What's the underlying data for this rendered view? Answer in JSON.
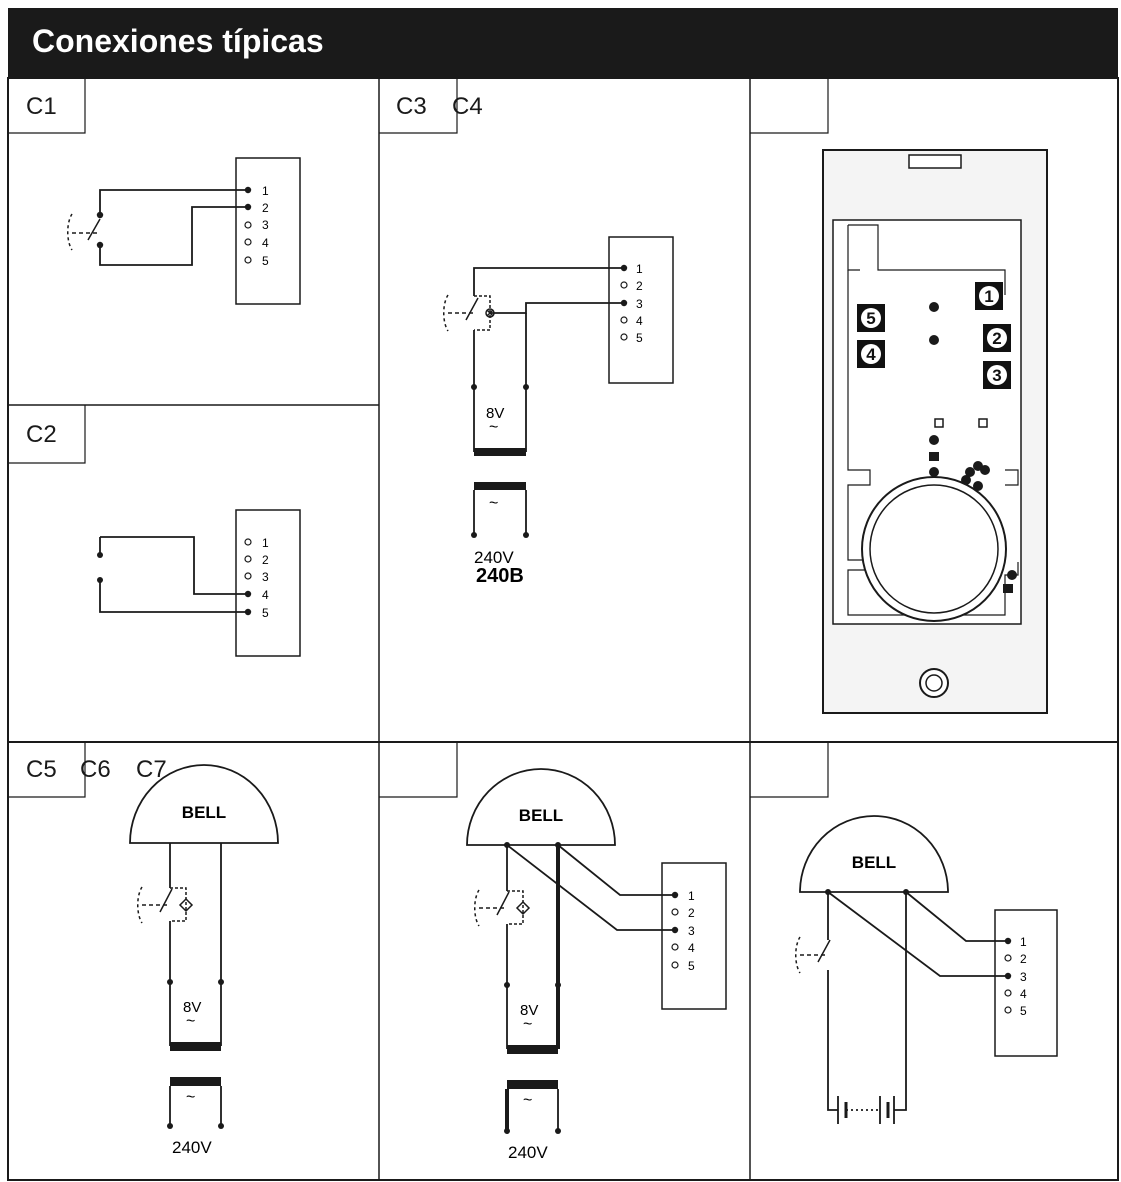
{
  "header": {
    "title": "Conexiones  típicas",
    "background": "#1a1a1a",
    "text_color": "#ffffff"
  },
  "panels": {
    "c1": {
      "label": "C1"
    },
    "c2": {
      "label": "C2"
    },
    "c34": {
      "label_a": "C3",
      "label_b": "C4"
    },
    "c567": {
      "label_a": "C5",
      "label_b": "C6",
      "label_c": "C7"
    }
  },
  "terminal_numbers": [
    "1",
    "2",
    "3",
    "4",
    "5"
  ],
  "power": {
    "transformer_secondary": "8V",
    "mains": "240V",
    "mains_alt": "240B",
    "ac_symbol": "~"
  },
  "bell_label": "BELL",
  "device_badges": [
    "1",
    "2",
    "3",
    "5",
    "4"
  ],
  "colors": {
    "line": "#1a1a1a",
    "device_fill": "#f4f4f4",
    "badge": "#111111"
  }
}
